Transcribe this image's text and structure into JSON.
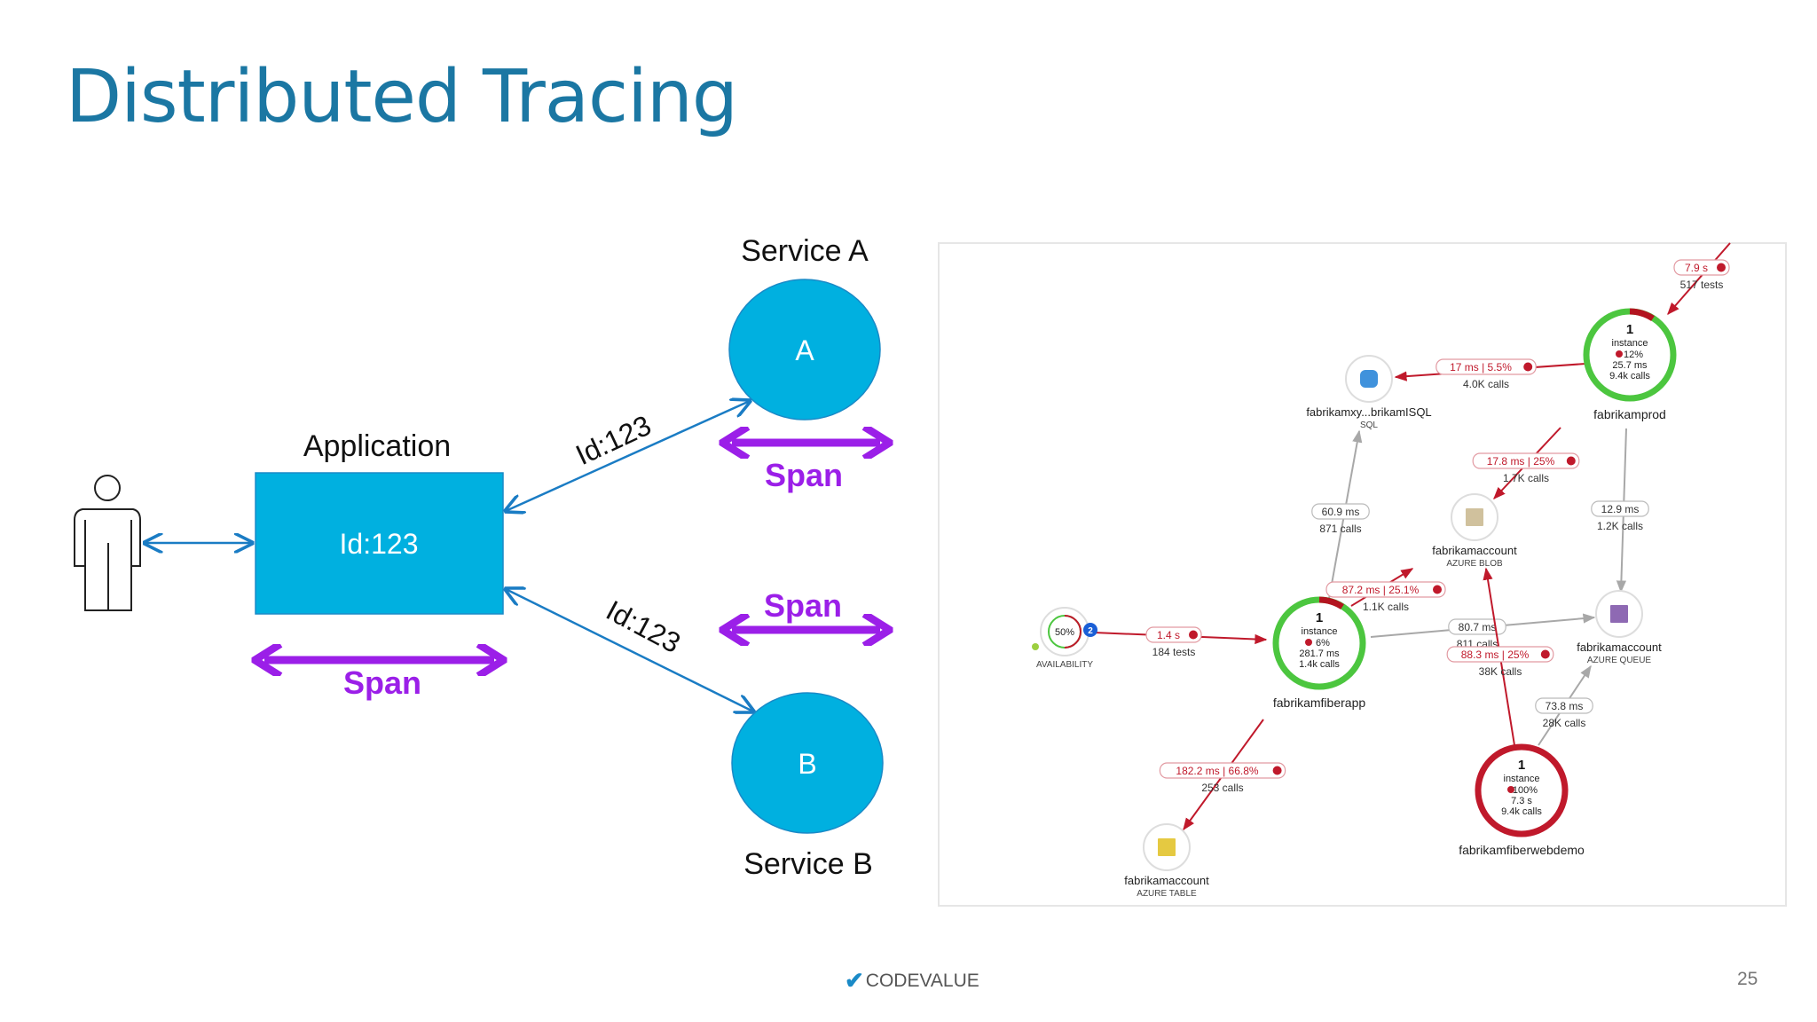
{
  "slide": {
    "title": "Distributed Tracing",
    "page_number": "25",
    "logo_text": "CODEVALUE"
  },
  "colors": {
    "title": "#1b77a3",
    "box": "#00b0e0",
    "span": "#9b1fe8",
    "arrow": "#1a7cc4",
    "healthy": "#4cc63f",
    "error": "#c0192b",
    "neutral_edge": "#a8a8a8"
  },
  "diagram": {
    "user_icon": "person-icon",
    "application": {
      "label": "Application",
      "box_text": "Id:123"
    },
    "service_a": {
      "label": "Service A",
      "circle_text": "A"
    },
    "service_b": {
      "label": "Service B",
      "circle_text": "B"
    },
    "link_a_label": "Id:123",
    "link_b_label": "Id:123",
    "spans": [
      "Span",
      "Span",
      "Span"
    ]
  },
  "app_map": {
    "nodes": {
      "fabrikamprod": {
        "name": "fabrikamprod",
        "count": "1",
        "unit": "instance",
        "error": "12%",
        "duration": "25.7 ms",
        "calls": "9.4k calls",
        "health": "healthy"
      },
      "fabrikamfiberapp": {
        "name": "fabrikamfiberapp",
        "count": "1",
        "unit": "instance",
        "error": "6%",
        "duration": "281.7 ms",
        "calls": "1.4k calls",
        "health": "healthy"
      },
      "fabrikamfiberwebdemo": {
        "name": "fabrikamfiberwebdemo",
        "count": "1",
        "unit": "instance",
        "error": "100%",
        "duration": "7.3 s",
        "calls": "9.4k calls",
        "health": "error"
      },
      "sql": {
        "name": "fabrikamxy...brikamISQL",
        "type": "SQL",
        "icon": "sql-database-icon"
      },
      "blob": {
        "name": "fabrikamaccount",
        "type": "AZURE BLOB",
        "icon": "blob-storage-icon"
      },
      "queue": {
        "name": "fabrikamaccount",
        "type": "AZURE QUEUE",
        "icon": "queue-storage-icon"
      },
      "table": {
        "name": "fabrikamaccount",
        "type": "AZURE TABLE",
        "icon": "table-storage-icon"
      },
      "availability": {
        "name": "AVAILABILITY",
        "percent": "50%",
        "badge": "2"
      }
    },
    "edges": [
      {
        "from": "external",
        "to": "fabrikamprod",
        "metric": "7.9 s",
        "count": "517 tests",
        "status": "error"
      },
      {
        "from": "fabrikamprod",
        "to": "sql",
        "metric": "17 ms | 5.5%",
        "count": "4.0K calls",
        "status": "error"
      },
      {
        "from": "external",
        "to": "blob",
        "metric": "17.8 ms | 25%",
        "count": "1.7K calls",
        "status": "error"
      },
      {
        "from": "fabrikamprod",
        "to": "queue",
        "metric": "12.9 ms",
        "count": "1.2K calls",
        "status": "ok"
      },
      {
        "from": "fabrikamfiberapp",
        "to": "sql",
        "metric": "60.9 ms",
        "count": "871 calls",
        "status": "ok"
      },
      {
        "from": "fabrikamfiberapp",
        "to": "blob",
        "metric": "87.2 ms | 25.1%",
        "count": "1.1K calls",
        "status": "error"
      },
      {
        "from": "availability",
        "to": "fabrikamfiberapp",
        "metric": "1.4 s",
        "count": "184 tests",
        "status": "error"
      },
      {
        "from": "fabrikamfiberapp",
        "to": "queue",
        "metric": "80.7 ms",
        "count": "811 calls",
        "status": "ok"
      },
      {
        "from": "fabrikamfiberwebdemo",
        "to": "blob",
        "metric": "88.3 ms | 25%",
        "count": "38K calls",
        "status": "error"
      },
      {
        "from": "fabrikamfiberwebdemo",
        "to": "queue",
        "metric": "73.8 ms",
        "count": "28K calls",
        "status": "ok"
      },
      {
        "from": "fabrikamfiberapp",
        "to": "table",
        "metric": "182.2 ms | 66.8%",
        "count": "253 calls",
        "status": "error"
      }
    ]
  }
}
